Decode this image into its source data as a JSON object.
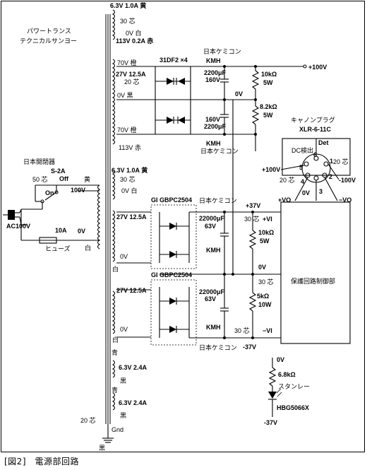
{
  "figure": {
    "caption": "[図2]　電源部回路"
  },
  "transformer_main": {
    "maker_line1": "パワートランス",
    "maker_line2": "テクニカルサンヨー",
    "sec_63v_top": "6.3V 1.0A 黄",
    "sec_30core_top": "30 芯",
    "sec_0v_white_top": "0V 白",
    "sec_113v_red_top": "113V 0.2A 赤",
    "hv_70v_top": "70V 橙",
    "hv_27v": "27V 12.5A",
    "hv_20core": "20 芯",
    "hv_0v_black": "0V 黒",
    "hv_70v_bottom": "70V 橙",
    "hv_113v_red": "113V 赤",
    "sec2_63v": "6.3V 1.0A 黄",
    "sec2_30core": "30 芯",
    "sec2_0v_white": "0V 白",
    "a_27v": "27V 12.5A",
    "a_0v": "0V",
    "a_white": "白",
    "b_27v": "27V 12.5A",
    "b_0v": "0V",
    "b_white": "白",
    "c_blue": "青",
    "c_63v": "6.3V 2.4A",
    "c_black": "黒",
    "d_blue": "青",
    "d_63v": "6.3V 2.4A",
    "d_black": "黒",
    "core_20": "20 芯",
    "gnd": "Gnd",
    "frame_black": "黒"
  },
  "input": {
    "switch_maker": "日本開閉器",
    "switch_model": "S-2A",
    "switch_off": "Off",
    "switch_on": "On",
    "core_50": "50 芯",
    "yellow": "黄",
    "tap_100v": "100V",
    "fuse_rating": "10A",
    "fuse_label": "ヒューズ",
    "tap_0v": "0V",
    "white": "白",
    "ac_label": "AC100V"
  },
  "hv_supply": {
    "diode_part": "31DF2 ×4",
    "cap_maker_top": "日本ケミコン",
    "cap_model_top": "KMH",
    "cap1_value": "2200μF",
    "cap1_voltage": "160V",
    "cap2_voltage": "160V",
    "cap2_value": "2200μF",
    "cap_model_bottom": "KMH",
    "cap_maker_bottom": "日本ケミコン",
    "node_0v": "0V",
    "r1": "10kΩ",
    "r1_w": "5W",
    "r2": "8.2kΩ",
    "r2_w": "5W",
    "out_plus": "+100V"
  },
  "xlr": {
    "title": "キャノンプラグ",
    "model": "XLR-6-11C",
    "det": "Det",
    "dc_detect": "DC検出",
    "pin6": "6",
    "pin1": "1",
    "pin2": "2",
    "pin3": "3",
    "pin4": "4",
    "pin5": "5",
    "core20_right": "20 芯",
    "core20_left": "20 芯",
    "plus100": "+100V",
    "minus100": "-100V",
    "zero": "0V",
    "plus_vo": "+VO",
    "minus_vo": "−VO"
  },
  "lv_supply": {
    "bridge1": "GI GBPC2504",
    "bridge2": "GI GBPC2504",
    "cap_maker_a": "日本ケミコン",
    "cap_a_value": "22000μF",
    "cap_a_voltage": "63V",
    "cap_a_model": "KMH",
    "cap_b_value": "22000μF",
    "cap_b_voltage": "63V",
    "cap_b_model": "KMH",
    "cap_maker_b": "日本ケミコン",
    "plus37": "+37V",
    "core30_a": "30 芯",
    "vi_plus": "+VI",
    "r_a": "10kΩ",
    "r_a_w": "5W",
    "zero": "0V",
    "core30_b": "30 芯",
    "r_b": "5kΩ",
    "r_b_w": "10W",
    "core30_c": "30 芯",
    "vi_minus": "−VI",
    "minus37": "-37V",
    "protection_block": "保護回路制御部"
  },
  "led": {
    "top_0v": "0V",
    "resistor": "6.8kΩ",
    "maker": "スタンレー",
    "part": "HBG5066X",
    "bottom": "-37V"
  }
}
